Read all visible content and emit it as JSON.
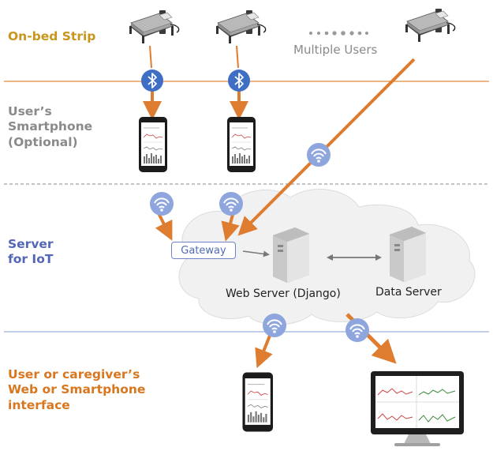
{
  "colors": {
    "bed_label": "#c9951b",
    "phone_label": "#8a8a8a",
    "server_label": "#5466b8",
    "user_label": "#d8771f",
    "arrow": "#de7c2f",
    "divider": "#e58a3a",
    "bluetooth": "#3f6fc4",
    "wifi": "#6b85c9"
  },
  "tiers": {
    "on_bed": "On-bed Strip",
    "smartphone": [
      "User’s",
      "Smartphone",
      "(Optional)"
    ],
    "server": [
      "Server",
      "for IoT"
    ],
    "interface": [
      "User or caregiver’s",
      "Web or Smartphone",
      "interface"
    ]
  },
  "multiple_users": "Multiple Users",
  "gateway": "Gateway",
  "web_server": "Web Server (Django)",
  "data_server": "Data Server",
  "icons": {
    "bed": "bed-icon",
    "bluetooth": "bluetooth-icon",
    "smartphone": "smartphone-icon",
    "wifi": "wifi-icon",
    "server": "server-tower-icon",
    "cloud": "cloud-icon",
    "monitor": "monitor-icon"
  }
}
